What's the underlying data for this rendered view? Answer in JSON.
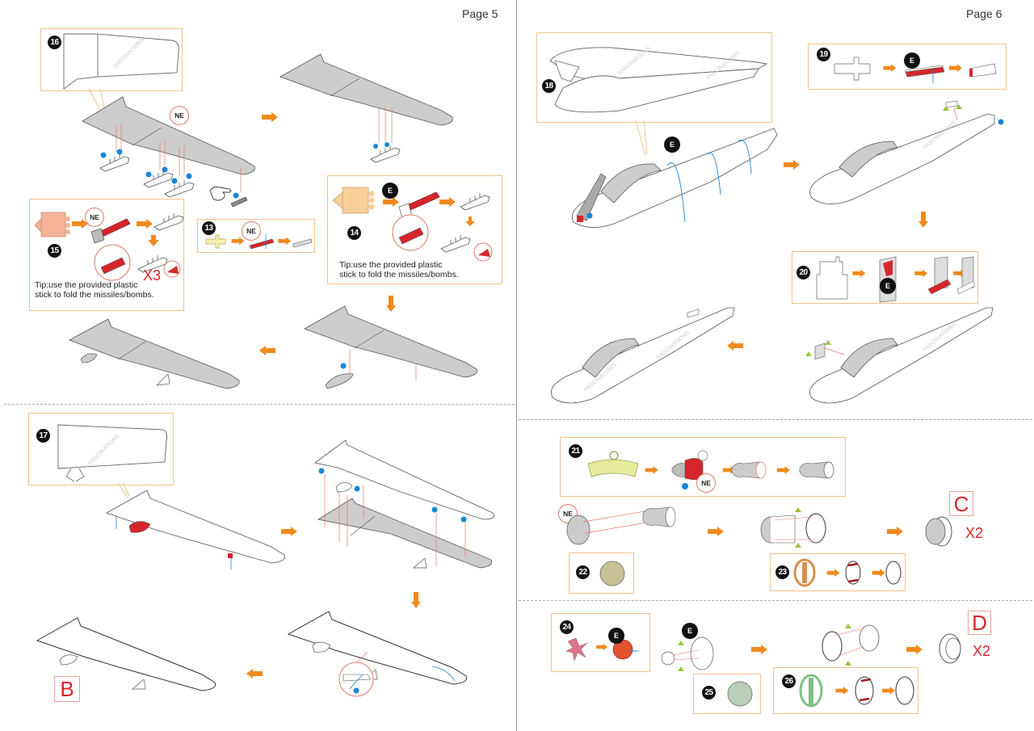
{
  "pages": [
    {
      "label": "Page 5"
    },
    {
      "label": "Page 6"
    }
  ],
  "steps": {
    "s13": {
      "number": "13",
      "tags": [
        "NE"
      ]
    },
    "s14": {
      "number": "14",
      "tags": [
        "E"
      ],
      "tip": [
        "Tip:use the provided plastic",
        "stick to fold the missiles/bombs."
      ]
    },
    "s15": {
      "number": "15",
      "tags": [
        "NE"
      ],
      "count": "X3",
      "tip": [
        "Tip:use the provided plastic",
        "stick to fold the missiles/bombs."
      ]
    },
    "s16": {
      "number": "16",
      "tags": [
        "NE"
      ]
    },
    "s17": {
      "number": "17"
    },
    "s18": {
      "number": "18",
      "tags": [
        "E"
      ]
    },
    "s19": {
      "number": "19",
      "tags": [
        "E"
      ]
    },
    "s20": {
      "number": "20",
      "tags": [
        "E"
      ]
    },
    "s21": {
      "number": "21",
      "tags": [
        "NE"
      ]
    },
    "s22": {
      "number": "22",
      "tags": [
        "NE"
      ]
    },
    "s23": {
      "number": "23"
    },
    "s24": {
      "number": "24",
      "tags": [
        "E"
      ]
    },
    "s25": {
      "number": "25",
      "tags": [
        "E"
      ]
    },
    "s26": {
      "number": "26"
    }
  },
  "subassemblies": {
    "B": {
      "label": "B"
    },
    "C": {
      "label": "C",
      "count": "X2"
    },
    "D": {
      "label": "D",
      "count": "X2"
    }
  },
  "watermark": "FASCINATIONS",
  "colors": {
    "callout_border": "#f1c28f",
    "arrow": "#ef8a1e",
    "accent_red": "#d6262b",
    "guide_blue": "#1a86d6",
    "marker_green": "#9bc53d",
    "part_gray": "#cfcfcf"
  }
}
